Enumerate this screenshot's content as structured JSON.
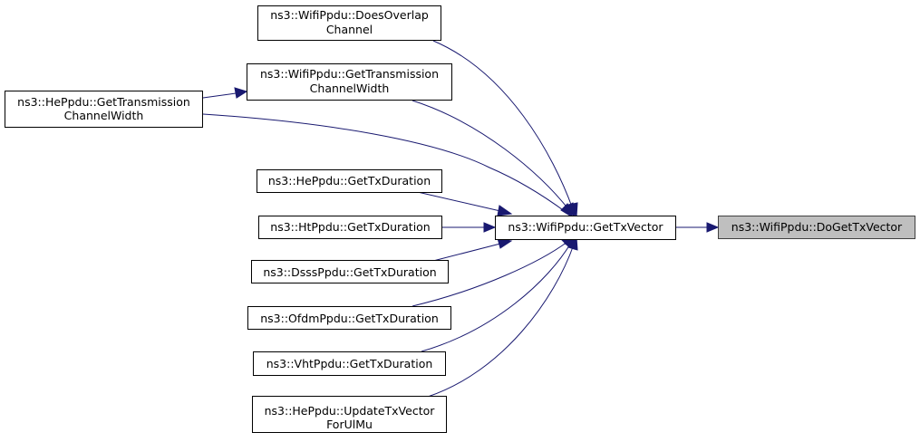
{
  "graph": {
    "colors": {
      "edge": "#191970",
      "current_fill": "#bfbfbf",
      "node_fill": "#ffffff"
    },
    "nodes": {
      "does_overlap": {
        "line1": "ns3::WifiPpdu::DoesOverlap",
        "line2": "Channel"
      },
      "wifi_get_tx_width": {
        "line1": "ns3::WifiPpdu::GetTransmission",
        "line2": "ChannelWidth"
      },
      "he_get_tx_width": {
        "line1": "ns3::HePpdu::GetTransmission",
        "line2": "ChannelWidth"
      },
      "he_get_tx_duration": {
        "label": "ns3::HePpdu::GetTxDuration"
      },
      "ht_get_tx_duration": {
        "label": "ns3::HtPpdu::GetTxDuration"
      },
      "dsss_get_tx_duration": {
        "label": "ns3::DsssPpdu::GetTxDuration"
      },
      "ofdm_get_tx_duration": {
        "label": "ns3::OfdmPpdu::GetTxDuration"
      },
      "vht_get_tx_duration": {
        "label": "ns3::VhtPpdu::GetTxDuration"
      },
      "he_update_tx_vector": {
        "line1": "ns3::HePpdu::UpdateTxVector",
        "line2": "ForUlMu"
      },
      "wifi_get_tx_vector": {
        "label": "ns3::WifiPpdu::GetTxVector"
      },
      "wifi_do_get_tx_vector": {
        "label": "ns3::WifiPpdu::DoGetTxVector"
      }
    }
  }
}
